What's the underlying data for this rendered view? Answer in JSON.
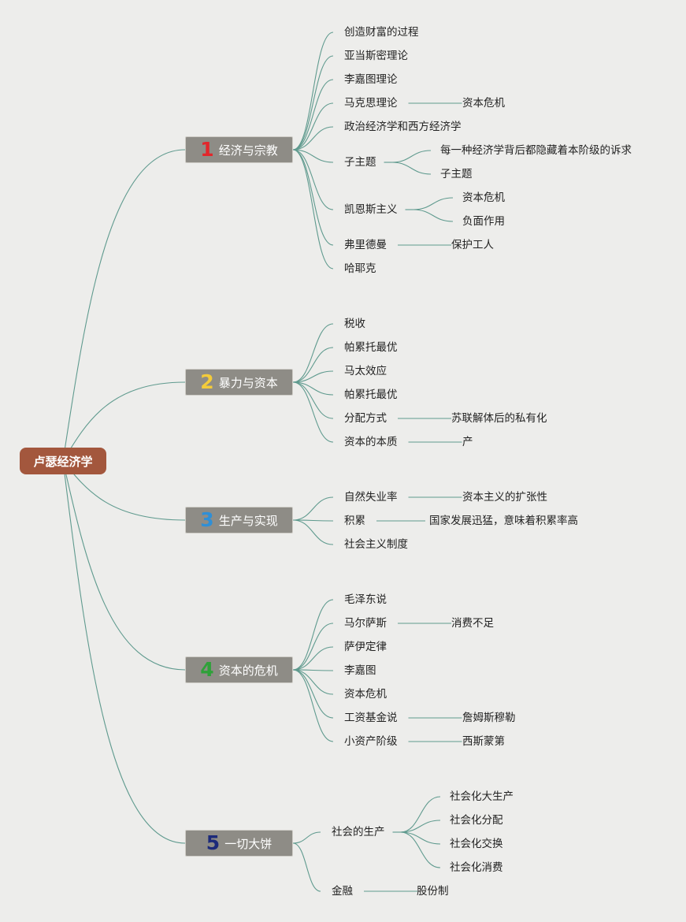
{
  "root": {
    "label": "卢瑟经济学"
  },
  "branches": [
    {
      "number": "1",
      "number_color": "#e2262b",
      "label": "经济与宗教",
      "children": [
        {
          "label": "创造财富的过程",
          "children": []
        },
        {
          "label": "亚当斯密理论",
          "children": []
        },
        {
          "label": "李嘉图理论",
          "children": []
        },
        {
          "label": "马克思理论",
          "children": [
            "资本危机"
          ]
        },
        {
          "label": "政治经济学和西方经济学",
          "children": []
        },
        {
          "label": "子主题",
          "children": [
            "每一种经济学背后都隐藏着本阶级的诉求",
            "子主题"
          ]
        },
        {
          "label": "凯恩斯主义",
          "children": [
            "资本危机",
            "负面作用"
          ]
        },
        {
          "label": "弗里德曼",
          "children": [
            "保护工人"
          ]
        },
        {
          "label": "哈耶克",
          "children": []
        }
      ]
    },
    {
      "number": "2",
      "number_color": "#f3cb3a",
      "label": "暴力与资本",
      "children": [
        {
          "label": "税收",
          "children": []
        },
        {
          "label": "帕累托最优",
          "children": []
        },
        {
          "label": "马太效应",
          "children": []
        },
        {
          "label": "帕累托最优",
          "children": []
        },
        {
          "label": "分配方式",
          "children": [
            "苏联解体后的私有化"
          ]
        },
        {
          "label": "资本的本质",
          "children": [
            "产"
          ]
        }
      ]
    },
    {
      "number": "3",
      "number_color": "#2f8fd6",
      "label": "生产与实现",
      "children": [
        {
          "label": "自然失业率",
          "children": [
            "资本主义的扩张性"
          ]
        },
        {
          "label": "积累",
          "children": [
            "国家发展迅猛，意味着积累率高"
          ]
        },
        {
          "label": "社会主义制度",
          "children": []
        }
      ]
    },
    {
      "number": "4",
      "number_color": "#2fa13a",
      "label": "资本的危机",
      "children": [
        {
          "label": "毛泽东说",
          "children": []
        },
        {
          "label": "马尔萨斯",
          "children": [
            "消费不足"
          ]
        },
        {
          "label": "萨伊定律",
          "children": []
        },
        {
          "label": "李嘉图",
          "children": []
        },
        {
          "label": "资本危机",
          "children": []
        },
        {
          "label": "工资基金说",
          "children": [
            "詹姆斯穆勒"
          ]
        },
        {
          "label": "小资产阶级",
          "children": [
            "西斯蒙第"
          ]
        }
      ]
    },
    {
      "number": "5",
      "number_color": "#1c2a7a",
      "label": "一切大饼",
      "children": [
        {
          "label": "社会的生产",
          "children": [
            "社会化大生产",
            "社会化分配",
            "社会化交换",
            "社会化消费"
          ]
        },
        {
          "label": "金融",
          "children": [
            "股份制"
          ]
        }
      ]
    }
  ],
  "colors": {
    "background": "#ededeb",
    "root": "#a3573d",
    "branch": "#8e8c86",
    "line": "#5f9a8e"
  }
}
